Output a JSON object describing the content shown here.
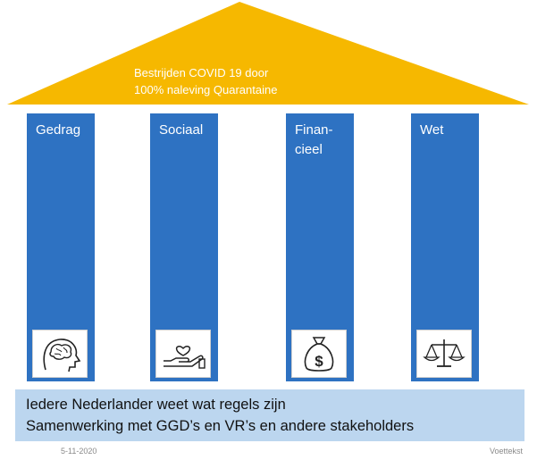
{
  "roof": {
    "line1": "Bestrijden  COVID 19 door",
    "line2": "100% naleving Quarantaine",
    "color": "#f6b800"
  },
  "pillars": [
    {
      "label": "Gedrag",
      "icon": "head-brain-icon"
    },
    {
      "label": "Sociaal",
      "icon": "hand-heart-icon"
    },
    {
      "label": "Finan-\ncieel",
      "icon": "money-bag-icon"
    },
    {
      "label": "Wet",
      "icon": "scales-icon"
    }
  ],
  "pillar_color": "#2e72c2",
  "base": {
    "line1": "Iedere Nederlander weet wat regels zijn",
    "line2": "Samenwerking met GGD’s en VR’s en andere stakeholders",
    "color": "#bcd6ef"
  },
  "footer": {
    "date": "5-11-2020",
    "text": "Voettekst"
  }
}
